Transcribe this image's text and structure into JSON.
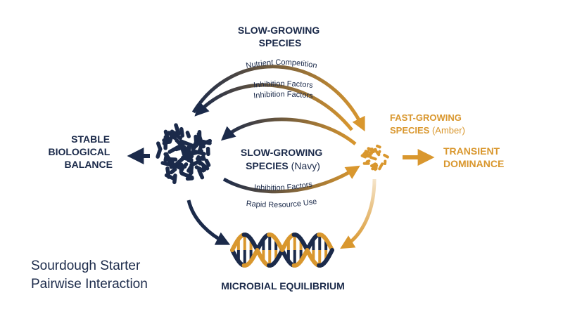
{
  "top_title": [
    "SLOW-GROWING",
    "SPECIES"
  ],
  "center_title": [
    "SLOW-GROWING",
    "SPECIES"
  ],
  "center_title_suffix": " (Navy)",
  "fast_title": [
    "FAST-GROWING",
    "SPECIES"
  ],
  "fast_title_suffix": " (Amber)",
  "left_outcome": [
    "STABLE",
    "BIOLOGICAL",
    "BALANCE"
  ],
  "right_outcome": [
    "TRANSIENT",
    "DOMINANCE"
  ],
  "bottom_label": "MICROBIAL EQUILIBRIUM",
  "arrow_labels": {
    "nutrient": "Nutrient Competition",
    "inhibition_a": "Inhibition Factors",
    "inhibition_b": "Inhibition Factors",
    "inhibition_c": "Inhibition Factors",
    "rapid": "Rapid Resource Use"
  },
  "caption": [
    "Sourdough Starter",
    "Pairwise Interaction"
  ],
  "colors": {
    "navy": "#1b2a4a",
    "amber": "#d9972e"
  }
}
